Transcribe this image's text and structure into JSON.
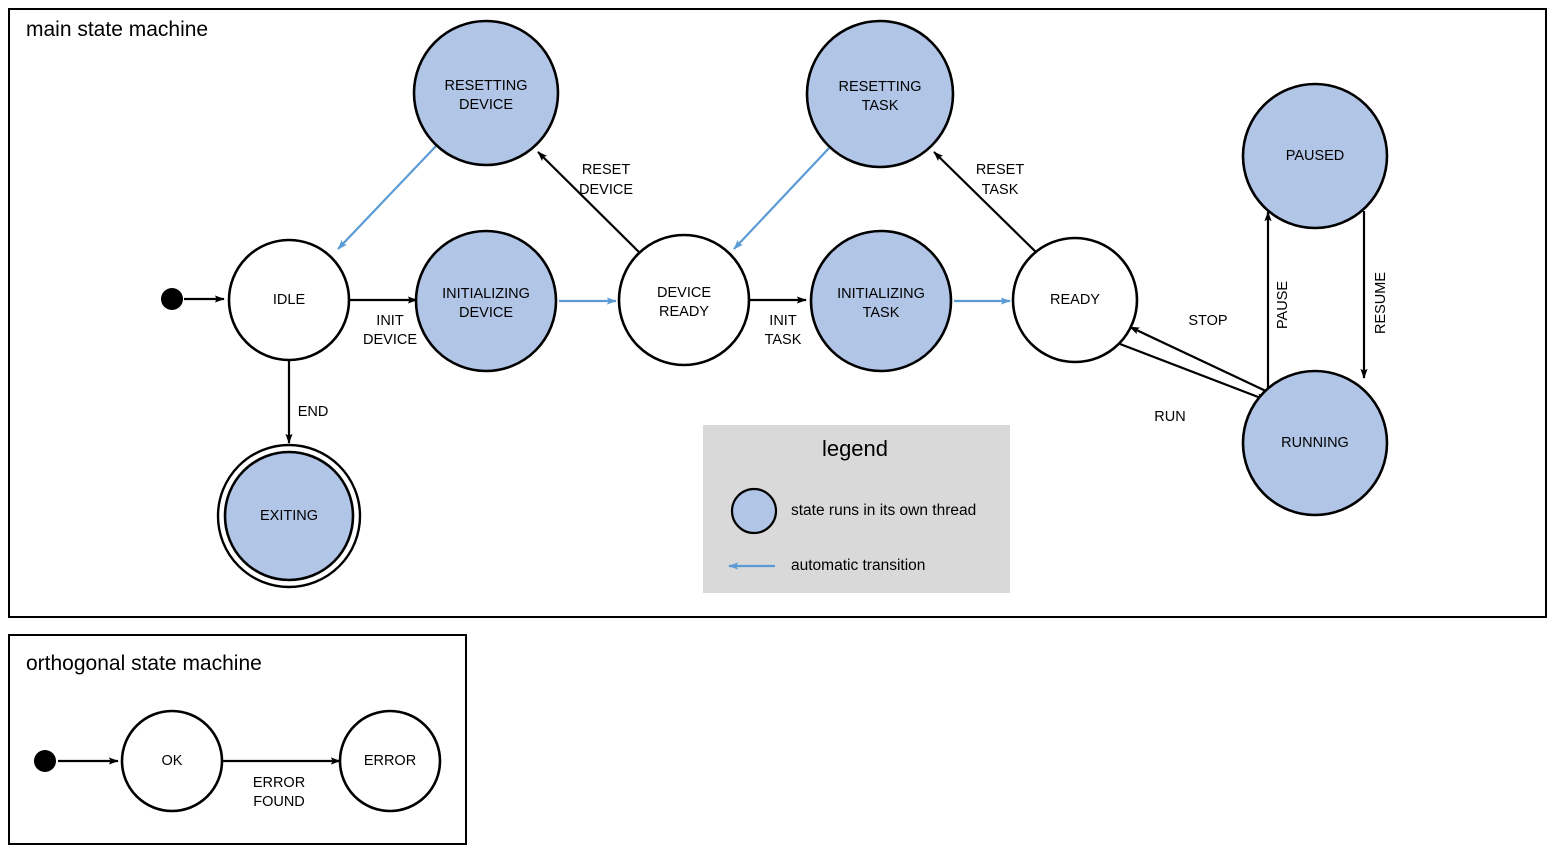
{
  "main": {
    "title": "main state machine",
    "states": [
      {
        "id": "idle",
        "label_lines": [
          "IDLE"
        ],
        "kind": "plain"
      },
      {
        "id": "initializing-device",
        "label_lines": [
          "INITIALIZING",
          "DEVICE"
        ],
        "kind": "thread"
      },
      {
        "id": "device-ready",
        "label_lines": [
          "DEVICE",
          "READY"
        ],
        "kind": "plain"
      },
      {
        "id": "initializing-task",
        "label_lines": [
          "INITIALIZING",
          "TASK"
        ],
        "kind": "thread"
      },
      {
        "id": "ready",
        "label_lines": [
          "READY"
        ],
        "kind": "plain"
      },
      {
        "id": "resetting-device",
        "label_lines": [
          "RESETTING",
          "DEVICE"
        ],
        "kind": "thread"
      },
      {
        "id": "resetting-task",
        "label_lines": [
          "RESETTING",
          "TASK"
        ],
        "kind": "thread"
      },
      {
        "id": "paused",
        "label_lines": [
          "PAUSED"
        ],
        "kind": "thread"
      },
      {
        "id": "running",
        "label_lines": [
          "RUNNING"
        ],
        "kind": "thread"
      },
      {
        "id": "exiting",
        "label_lines": [
          "EXITING"
        ],
        "kind": "final"
      }
    ],
    "transitions": [
      {
        "id": "init-to-idle",
        "label_lines": [],
        "auto": false
      },
      {
        "id": "idle-to-initializing-device",
        "label_lines": [
          "INIT",
          "DEVICE"
        ],
        "auto": false
      },
      {
        "id": "idle-to-exiting",
        "label_lines": [
          "END"
        ],
        "auto": false
      },
      {
        "id": "initializing-device-to-device-ready",
        "label_lines": [],
        "auto": true
      },
      {
        "id": "device-ready-to-resetting-device",
        "label_lines": [
          "RESET",
          "DEVICE"
        ],
        "auto": false
      },
      {
        "id": "resetting-device-to-idle",
        "label_lines": [],
        "auto": true
      },
      {
        "id": "device-ready-to-initializing-task",
        "label_lines": [
          "INIT",
          "TASK"
        ],
        "auto": false
      },
      {
        "id": "initializing-task-to-ready",
        "label_lines": [],
        "auto": true
      },
      {
        "id": "ready-to-resetting-task",
        "label_lines": [
          "RESET",
          "TASK"
        ],
        "auto": false
      },
      {
        "id": "resetting-task-to-device-ready",
        "label_lines": [],
        "auto": true
      },
      {
        "id": "ready-to-running",
        "label_lines": [
          "RUN"
        ],
        "auto": false
      },
      {
        "id": "running-to-ready",
        "label_lines": [
          "STOP"
        ],
        "auto": false
      },
      {
        "id": "running-to-paused",
        "label_lines": [
          "PAUSE"
        ],
        "auto": false
      },
      {
        "id": "paused-to-running",
        "label_lines": [
          "RESUME"
        ],
        "auto": false
      }
    ],
    "labels": {
      "init_device": [
        "INIT",
        "DEVICE"
      ],
      "end": "END",
      "reset_device": [
        "RESET",
        "DEVICE"
      ],
      "init_task": [
        "INIT",
        "TASK"
      ],
      "reset_task": [
        "RESET",
        "TASK"
      ],
      "run": "RUN",
      "stop": "STOP",
      "pause": "PAUSE",
      "resume": "RESUME"
    },
    "state_labels": {
      "idle": "IDLE",
      "initializing_device_1": "INITIALIZING",
      "initializing_device_2": "DEVICE",
      "device_ready_1": "DEVICE",
      "device_ready_2": "READY",
      "initializing_task_1": "INITIALIZING",
      "initializing_task_2": "TASK",
      "ready": "READY",
      "resetting_device_1": "RESETTING",
      "resetting_device_2": "DEVICE",
      "resetting_task_1": "RESETTING",
      "resetting_task_2": "TASK",
      "paused": "PAUSED",
      "running": "RUNNING",
      "exiting": "EXITING"
    }
  },
  "legend": {
    "title": "legend",
    "items": [
      {
        "symbol": "filled-circle",
        "text": "state runs in its own thread"
      },
      {
        "symbol": "blue-arrow-left",
        "text": "automatic transition"
      }
    ],
    "thread_text": "state runs in its own thread",
    "auto_text": "automatic transition"
  },
  "orthogonal": {
    "title": "orthogonal state machine",
    "states": [
      {
        "id": "ok",
        "label": "OK"
      },
      {
        "id": "error",
        "label": "ERROR"
      }
    ],
    "state_labels": {
      "ok": "OK",
      "error": "ERROR"
    },
    "transition_labels": {
      "error_found": [
        "ERROR",
        "FOUND"
      ]
    },
    "error_found_1": "ERROR",
    "error_found_2": "FOUND"
  },
  "colors": {
    "thread_fill": "#b1c5e7",
    "plain_fill": "#ffffff",
    "stroke": "#000000",
    "auto_arrow": "#5b9bd5",
    "legend_bg": "#d9d9d9",
    "page_bg": "#ffffff"
  }
}
